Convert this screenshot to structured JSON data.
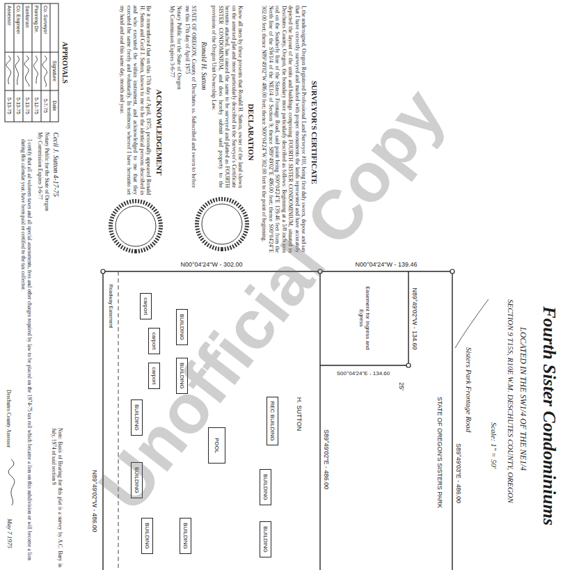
{
  "diagram": {
    "title": "Fourth Sister Condominiums",
    "nodes": [
      {
        "text": [
          "carport"
        ]
      },
      {
        "text": [
          "carport"
        ]
      },
      {
        "text": [
          "carport"
        ]
      },
      {
        "text": [
          "BUILDING"
        ]
      },
      {
        "text": [
          "BUILDING"
        ]
      },
      {
        "text": [
          "BUILDING"
        ]
      },
      {
        "text": [
          "BUILDING"
        ]
      },
      {
        "text": [
          "BUILDING"
        ]
      },
      {
        "text": [
          "BUILDING"
        ]
      },
      {
        "text": [
          "BUILDING"
        ]
      },
      {
        "text": [
          "BUILDING"
        ]
      },
      {
        "text": [
          "REC BUILDING"
        ]
      },
      {
        "text": [
          "POOL"
        ]
      }
    ],
    "labels": [
      "Sisters Park Frontage Road",
      "STATE OF OREGON'S SISTERS PARK",
      "S89°49'03\"E - 486.00",
      "N89°49'02\"W - 134.60",
      "N00°04'24\"W - 139.46",
      "N00°04'24\"W - 302.00",
      "S00°04'24\"E - 134.60",
      "Easement for Ingress and Egress",
      "25'",
      "S89°49'02\"E - 486.00",
      "H. SUTTON",
      "N89°49'02\"W - 486.00",
      "Roadway Easement",
      "LOCATED IN THE SW1/4 OF THE NE1/4",
      "SECTION 9 T15S, R10E W.M. DESCHUTES COUNTY, OREGON",
      "Scale: 1\" = 50'",
      "Note: Basis of Bearing for this plat is a survey by A.C. Bury in July, 1974 of said section 9",
      "SURVEYOR'S CERTIFICATE",
      "I, the undersigned, Oregon Registered Professional Land Surveyor #10, being first duly sworn, depose and say that I have correctly surveyed and marked with proper monuments the lands represented and have accurately depicted the layout of the units and buildings comprising FOURTH SISTER CONDOMINIUM, situated in Deschutes County, Oregon, the boundary more particularly described as follows: Beginning at a 5/8 inch iron rod on the Southerly line of the Sisters Frontage Road, said point being S00°04'24\"E 139.46 feet from the North line of the SW1/4 of the NE1/4 of Section 9; thence S89°49'02\"E 486.00 feet; thence S00°04'24\"E 302.00 feet; thence N89°49'02\"W 486.00 feet; thence N00°04'24\"W 302.00 feet to the point of beginning.",
      "DECLARATION",
      "Know all men by these presents that Ronald H. Sutton, owner of the land shown on the annexed plat and more particularly described in the Surveyor's Certificate hereunto attached, has caused the same to be surveyed and platted as FOURTH SISTER CONDOMINIUM, and does hereby submit said property to the provisions of the Oregon Unit Ownership Law.",
      "Ronald H. Sutton",
      "STATE OF OREGON, County of Deschutes ss. Subscribed and sworn to before me this 17th day of April 1975",
      "Notary Public for the State of Oregon",
      "My Commission Expires 3-6-77",
      "ACKNOWLEDGEMENT",
      "Be it remembered that on this 17th day of April, 1975, personally appeared Ronald H. Sutton and Cecil J. Sutton, known to me to be the identical persons described in and who executed the within instrument, and acknowledged to me that they executed the same freely and voluntarily. In testimony whereof I have hereunto set my hand and seal this same day, month and year.",
      "Cecil J. Sutton 4-17-75",
      "Notary Public for the State of Oregon",
      "My Commission Expires 3-6-77",
      "APPROVALS",
      "Signature",
      "Date",
      "Co. Surveyor",
      "5-7-75",
      "Planning Dir.",
      "5-12-75",
      "Sanitarian",
      "5-13-75",
      "Co. Engineer",
      "5-13-75",
      "Assessor",
      "5-13-75",
      "I certify that all ad valorem taxes and all special assessments, fees and other charges required by law to be placed on the 1974-75 tax roll which became a lien on this subdivision or will become a lien during this calendar year, have been paid or certified to the tax collector.",
      "Deschutes County Assessor",
      "May 7 1975",
      "Unofficial Copy"
    ]
  }
}
